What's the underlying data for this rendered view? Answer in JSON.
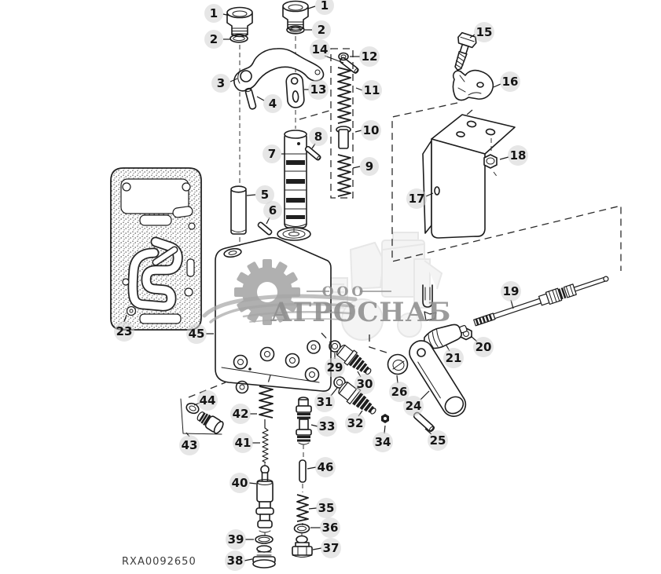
{
  "drawing": {
    "code": "RXA0092650"
  },
  "watermark": {
    "org_type": "ООО",
    "name": "АГРОСНАБ"
  },
  "callouts": {
    "n1a": "1",
    "n1b": "1",
    "n2a": "2",
    "n2b": "2",
    "n3": "3",
    "n4": "4",
    "n5": "5",
    "n6": "6",
    "n7": "7",
    "n8": "8",
    "n9": "9",
    "n10": "10",
    "n11": "11",
    "n12": "12",
    "n13": "13",
    "n14": "14",
    "n15": "15",
    "n16": "16",
    "n17": "17",
    "n18": "18",
    "n19": "19",
    "n20": "20",
    "n21": "21",
    "n23": "23",
    "n24": "24",
    "n25": "25",
    "n26": "26",
    "n29": "29",
    "n30": "30",
    "n31": "31",
    "n32": "32",
    "n33": "33",
    "n34": "34",
    "n35": "35",
    "n36": "36",
    "n37": "37",
    "n38": "38",
    "n39": "39",
    "n40": "40",
    "n41": "41",
    "n42": "42",
    "n43": "43",
    "n44": "44",
    "n45": "45",
    "n46": "46"
  }
}
